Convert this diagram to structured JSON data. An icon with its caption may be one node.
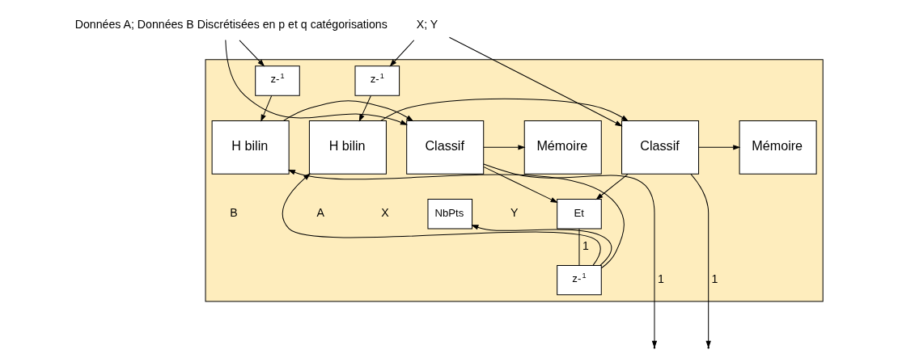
{
  "diagram": {
    "nodes": [
      {
        "text": [],
        "shape": "box"
      },
      {
        "text": [
          "Données A; Données B Discrétisées en p et q catégorisations"
        ]
      },
      {
        "text": [
          "z-$^{1}$"
        ],
        "in": 0
      },
      {
        "text": [
          "H bilin"
        ],
        "in": 0
      },
      {
        "text": [
          "Classif"
        ],
        "in": 0
      },
      {
        "text": [
          "Mémoire"
        ],
        "in": 0
      },
      {
        "text": [
          "NbPts"
        ],
        "in": 0
      },
      {
        "text": [
          "Et"
        ],
        "in": 0
      },
      {
        "text": [
          "z-$^{1}$"
        ],
        "in": 0
      },
      {
        "text": [
          "X; Y"
        ]
      },
      {
        "text": [
          "z-$^{1}$"
        ],
        "in": 0
      },
      {
        "text": [
          "H bilin"
        ],
        "in": 0
      },
      {
        "text": [
          "Classif"
        ],
        "in": 0
      },
      {
        "text": [
          "Mémoire"
        ],
        "in": 0
      }
    ],
    "edges": [
      {
        "from": 1,
        "to": 2,
        "arrow": "to"
      },
      {
        "from": 1,
        "to": 4,
        "arrow": "to"
      },
      {
        "from": 2,
        "to": 3,
        "arrow": "to"
      },
      {
        "from": 3,
        "to": 4,
        "arrow": "to"
      },
      {
        "from": 4,
        "to": 5,
        "arrow": "to"
      },
      {
        "from": 4,
        "to": null,
        "arrow": "to",
        "label": "1"
      },
      {
        "from": 4,
        "to": 7,
        "arrow": "to"
      },
      {
        "from": 9,
        "to": 10,
        "arrow": "to"
      },
      {
        "from": 9,
        "to": 12,
        "arrow": "to"
      },
      {
        "from": 10,
        "to": 11,
        "arrow": "to"
      },
      {
        "from": 11,
        "to": 12,
        "arrow": "to"
      },
      {
        "from": 12,
        "to": 13,
        "arrow": "to"
      },
      {
        "from": 12,
        "to": null,
        "arrow": "to",
        "label": "1"
      },
      {
        "from": 12,
        "to": 7,
        "arrow": "to"
      },
      {
        "from": 7,
        "to": 8,
        "arrow": "none",
        "label": "1"
      },
      {
        "from": 8,
        "to": 3,
        "arrow": "to"
      },
      {
        "from": 8,
        "to": 6,
        "arrow": "to"
      },
      {
        "from": 8,
        "to": 11,
        "arrow": "to"
      }
    ],
    "labels": [
      "B",
      "A",
      "Y",
      "X"
    ]
  }
}
